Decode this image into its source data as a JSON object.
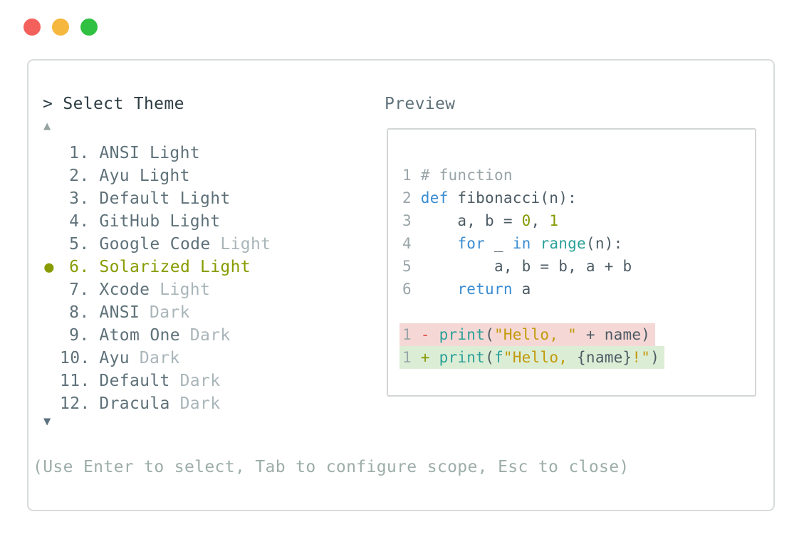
{
  "window": {
    "buttons": [
      {
        "name": "close",
        "color": "#f4615c"
      },
      {
        "name": "minimize",
        "color": "#f5b73d"
      },
      {
        "name": "zoom",
        "color": "#31c142"
      }
    ]
  },
  "picker": {
    "prompt": "> Select Theme",
    "scroll_up_icon": "▲",
    "scroll_down_icon": "▼",
    "selected_bullet_icon": "●",
    "items": [
      {
        "num": "1.",
        "name": "ANSI",
        "variant": "Light",
        "dim": false,
        "selected": false
      },
      {
        "num": "2.",
        "name": "Ayu",
        "variant": "Light",
        "dim": false,
        "selected": false
      },
      {
        "num": "3.",
        "name": "Default",
        "variant": "Light",
        "dim": false,
        "selected": false
      },
      {
        "num": "4.",
        "name": "GitHub",
        "variant": "Light",
        "dim": false,
        "selected": false
      },
      {
        "num": "5.",
        "name": "Google Code",
        "variant": "Light",
        "dim": true,
        "selected": false
      },
      {
        "num": "6.",
        "name": "Solarized",
        "variant": "Light",
        "dim": false,
        "selected": true
      },
      {
        "num": "7.",
        "name": "Xcode",
        "variant": "Light",
        "dim": true,
        "selected": false
      },
      {
        "num": "8.",
        "name": "ANSI",
        "variant": "Dark",
        "dim": true,
        "selected": false
      },
      {
        "num": "9.",
        "name": "Atom One",
        "variant": "Dark",
        "dim": true,
        "selected": false
      },
      {
        "num": "10.",
        "name": "Ayu",
        "variant": "Dark",
        "dim": true,
        "selected": false
      },
      {
        "num": "11.",
        "name": "Default",
        "variant": "Dark",
        "dim": true,
        "selected": false
      },
      {
        "num": "12.",
        "name": "Dracula",
        "variant": "Dark",
        "dim": true,
        "selected": false
      }
    ],
    "help_text": "(Use Enter to select, Tab to configure scope, Esc to close)"
  },
  "preview": {
    "label": "Preview",
    "code_lines": [
      {
        "bg": null,
        "segs": [
          [
            "ln",
            "1 "
          ],
          [
            "com",
            "# function"
          ]
        ]
      },
      {
        "bg": null,
        "segs": [
          [
            "ln",
            "2 "
          ],
          [
            "kw",
            "def"
          ],
          [
            "txt",
            " fibonacci(n):"
          ]
        ]
      },
      {
        "bg": null,
        "segs": [
          [
            "ln",
            "3 "
          ],
          [
            "txt",
            "    a, b = "
          ],
          [
            "num",
            "0"
          ],
          [
            "txt",
            ", "
          ],
          [
            "num",
            "1"
          ]
        ]
      },
      {
        "bg": null,
        "segs": [
          [
            "ln",
            "4 "
          ],
          [
            "txt",
            "    "
          ],
          [
            "kw",
            "for"
          ],
          [
            "txt",
            " _ "
          ],
          [
            "kw",
            "in"
          ],
          [
            "txt",
            " "
          ],
          [
            "fn",
            "range"
          ],
          [
            "txt",
            "(n):"
          ]
        ]
      },
      {
        "bg": null,
        "segs": [
          [
            "ln",
            "5 "
          ],
          [
            "txt",
            "        a, b = b, a + b"
          ]
        ]
      },
      {
        "bg": null,
        "segs": [
          [
            "ln",
            "6 "
          ],
          [
            "txt",
            "    "
          ],
          [
            "kw",
            "return"
          ],
          [
            "txt",
            " a"
          ]
        ]
      },
      {
        "bg": null,
        "segs": []
      },
      {
        "bg": "removed",
        "segs": [
          [
            "ln",
            "1 "
          ],
          [
            "red",
            "- "
          ],
          [
            "fn",
            "print"
          ],
          [
            "txt",
            "("
          ],
          [
            "str",
            "\"Hello, \""
          ],
          [
            "txt",
            " + name)"
          ]
        ]
      },
      {
        "bg": "added",
        "segs": [
          [
            "ln",
            "1 "
          ],
          [
            "add",
            "+ "
          ],
          [
            "fn",
            "print"
          ],
          [
            "txt",
            "("
          ],
          [
            "fn",
            "f"
          ],
          [
            "str",
            "\"Hello, "
          ],
          [
            "txt",
            "{name}"
          ],
          [
            "str",
            "!\""
          ],
          [
            "txt",
            ")"
          ]
        ]
      }
    ]
  },
  "palette": {
    "prompt_text": "#2d3c43",
    "list_text": "#5e7179",
    "list_dim_text": "#a9b5b9",
    "selected_olive": "#889b00",
    "help_text": "#9dada9",
    "panel_border": "#d8dcda",
    "preview_border": "#d2d6d4",
    "scroll_up": "#96a3a3",
    "scroll_down": "#5b7180",
    "code_default": "#4c5b64",
    "code_line_number": "#9aa5a9",
    "code_comment": "#98a4a6",
    "code_keyword_blue": "#3a8cd2",
    "code_function_teal": "#2aa198",
    "code_number_olive": "#859900",
    "code_string_yellow": "#c29a0a",
    "diff_minus_red": "#e0534b",
    "diff_plus_olive": "#859900",
    "diff_removed_bg": "#f5d8d5",
    "diff_added_bg": "#dcedd6"
  }
}
